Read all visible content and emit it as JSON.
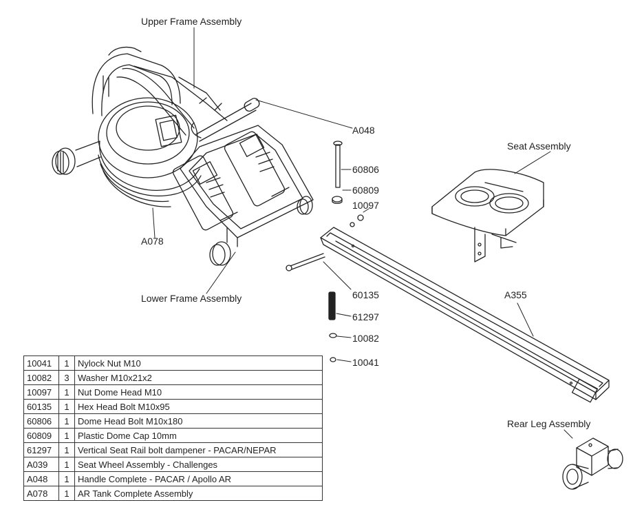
{
  "labels": {
    "upper_frame": "Upper Frame Assembly",
    "a048": "A048",
    "seat_assembly": "Seat Assembly",
    "p60806": "60806",
    "p60809": "60809",
    "p10097": "10097",
    "a078": "A078",
    "lower_frame": "Lower Frame Assembly",
    "p60135": "60135",
    "a355": "A355",
    "p61297": "61297",
    "p10082": "10082",
    "p10041": "10041",
    "rear_leg": "Rear Leg Assembly"
  },
  "parts_table": [
    {
      "part": "10041",
      "qty": "1",
      "desc": "Nylock Nut M10"
    },
    {
      "part": "10082",
      "qty": "3",
      "desc": "Washer M10x21x2"
    },
    {
      "part": "10097",
      "qty": "1",
      "desc": "Nut Dome Head M10"
    },
    {
      "part": "60135",
      "qty": "1",
      "desc": "Hex Head Bolt M10x95"
    },
    {
      "part": "60806",
      "qty": "1",
      "desc": "Dome Head Bolt M10x180"
    },
    {
      "part": "60809",
      "qty": "1",
      "desc": "Plastic Dome Cap 10mm"
    },
    {
      "part": "61297",
      "qty": "1",
      "desc": "Vertical Seat Rail bolt dampener - PACAR/NEPAR"
    },
    {
      "part": "A039",
      "qty": "1",
      "desc": "Seat Wheel Assembly - Challenges"
    },
    {
      "part": "A048",
      "qty": "1",
      "desc": "Handle Complete - PACAR  /  Apollo AR"
    },
    {
      "part": "A078",
      "qty": "1",
      "desc": "AR Tank Complete Assembly"
    }
  ]
}
